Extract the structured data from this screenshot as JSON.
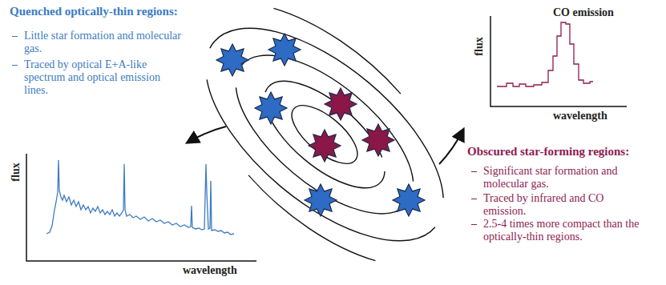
{
  "diagram": {
    "labels": [
      "Quenched optically-thin regions:",
      "Little star formation and molecular gas.",
      "Traced by optical E+A-like spectrum and optical emission lines.",
      "CO emission",
      "flux",
      "wavelength",
      "flux",
      "wavelength",
      "Obscured star-forming regions:",
      "Significant star formation and molecular gas.",
      "Traced by infrared and CO emission.",
      "2.5-4 times more compact than the optically-thin regions."
    ]
  }
}
